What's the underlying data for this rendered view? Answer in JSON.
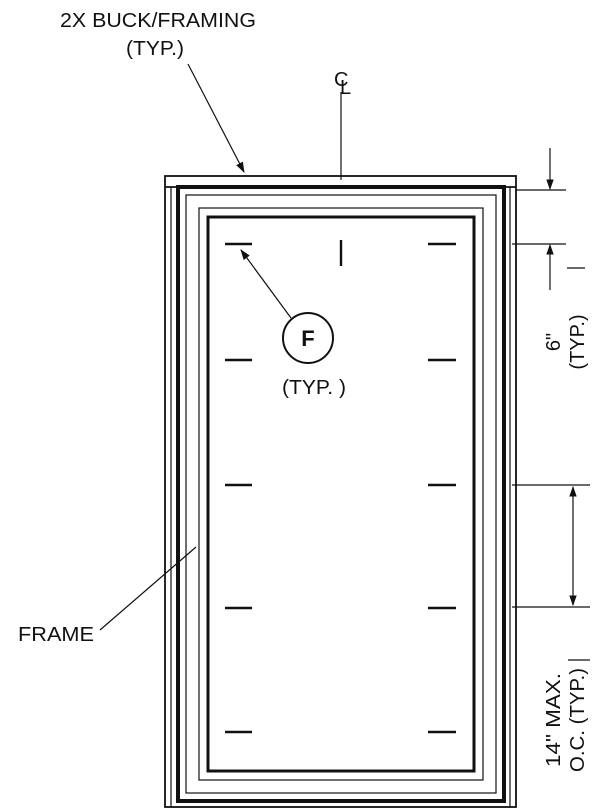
{
  "labels": {
    "buck_line1": "2X BUCK/FRAMING",
    "buck_line2": "(TYP.)",
    "centerline": "C",
    "centerline_sub": "L",
    "callout_letter": "F",
    "callout_typ": "(TYP. )",
    "frame": "FRAME",
    "edge_dim_line1": "6\"",
    "edge_dim_line2": "(TYP.)",
    "spacing_dim_line1": "14\" MAX.",
    "spacing_dim_line2": "O.C. (TYP.)"
  },
  "icons": {
    "centerline_symbol": "centerline-icon",
    "callout_bubble": "callout-circle-icon",
    "arrow": "arrowhead-icon"
  },
  "colors": {
    "ink": "#111111",
    "paper": "#ffffff"
  }
}
